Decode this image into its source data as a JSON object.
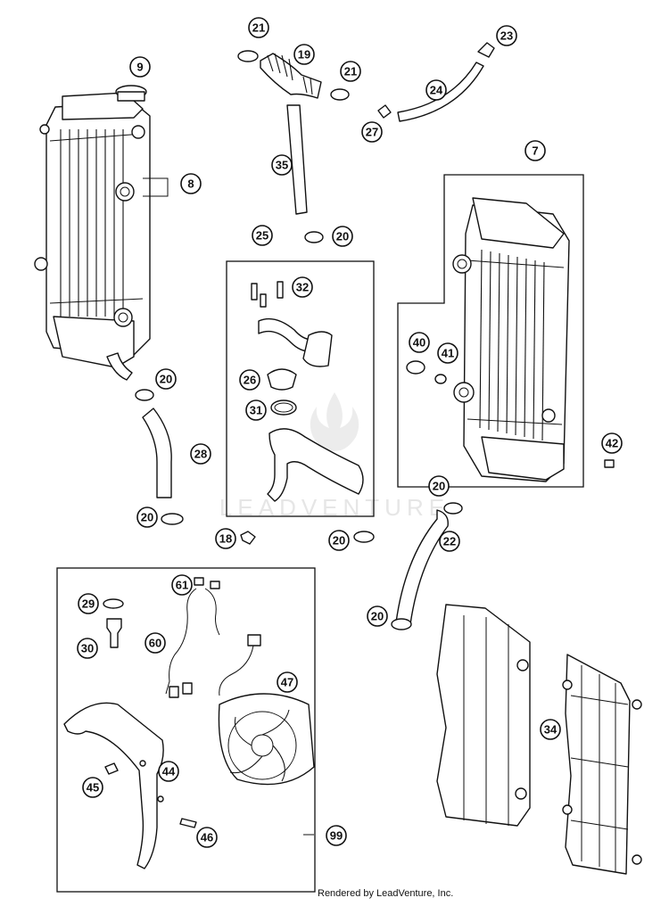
{
  "watermark": "LEADVENTURE",
  "footer": "Rendered by LeadVenture, Inc.",
  "callouts": [
    "21",
    "19",
    "21",
    "23",
    "9",
    "8",
    "24",
    "27",
    "35",
    "7",
    "25",
    "20",
    "32",
    "40",
    "41",
    "26",
    "31",
    "20",
    "42",
    "28",
    "20",
    "20",
    "18",
    "20",
    "22",
    "29",
    "61",
    "30",
    "60",
    "47",
    "20",
    "44",
    "45",
    "46",
    "34",
    "99"
  ]
}
